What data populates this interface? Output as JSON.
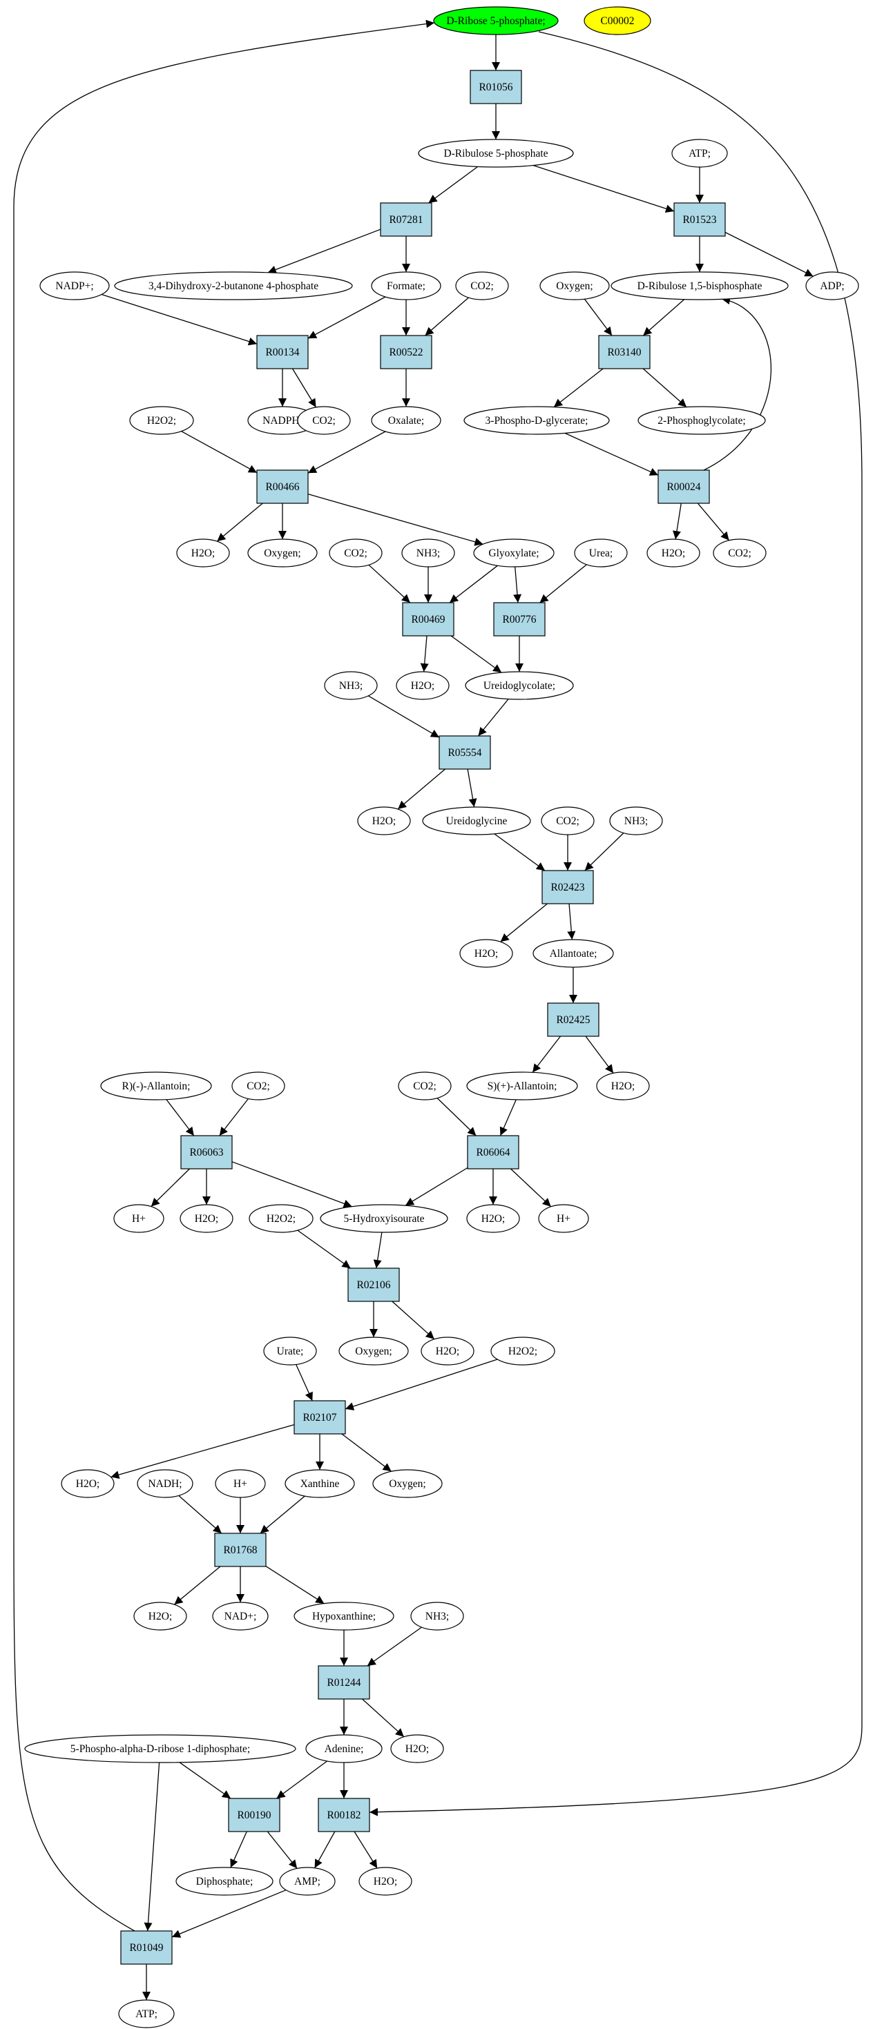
{
  "colors": {
    "reaction_fill": "#add8e6",
    "start_fill": "#00ff00",
    "id_fill": "#ffff00",
    "edge": "#000000"
  },
  "nodes": {
    "n_ribose5p": {
      "label": "D-Ribose 5-phosphate;",
      "kind": "start"
    },
    "n_c00002": {
      "label": "C00002",
      "kind": "id"
    },
    "r_R01056": {
      "label": "R01056",
      "kind": "reaction"
    },
    "n_ribulose5p": {
      "label": "D-Ribulose 5-phosphate",
      "kind": "compound"
    },
    "n_atp1": {
      "label": "ATP;",
      "kind": "compound"
    },
    "r_R07281": {
      "label": "R07281",
      "kind": "reaction"
    },
    "r_R01523": {
      "label": "R01523",
      "kind": "reaction"
    },
    "n_nadp": {
      "label": "NADP+;",
      "kind": "compound"
    },
    "n_dihydroxy": {
      "label": "3,4-Dihydroxy-2-butanone 4-phosphate",
      "kind": "compound"
    },
    "n_formate": {
      "label": "Formate;",
      "kind": "compound"
    },
    "n_co2_a": {
      "label": "CO2;",
      "kind": "compound"
    },
    "n_oxygen_a": {
      "label": "Oxygen;",
      "kind": "compound"
    },
    "n_rubp": {
      "label": "D-Ribulose 1,5-bisphosphate",
      "kind": "compound"
    },
    "n_adp": {
      "label": "ADP;",
      "kind": "compound"
    },
    "r_R00134": {
      "label": "R00134",
      "kind": "reaction"
    },
    "r_R00522": {
      "label": "R00522",
      "kind": "reaction"
    },
    "r_R03140": {
      "label": "R03140",
      "kind": "reaction"
    },
    "n_h2o2_a": {
      "label": "H2O2;",
      "kind": "compound"
    },
    "n_nadph": {
      "label": "NADPH;",
      "kind": "compound"
    },
    "n_co2_b": {
      "label": "CO2;",
      "kind": "compound"
    },
    "n_oxalate": {
      "label": "Oxalate;",
      "kind": "compound"
    },
    "n_3pg": {
      "label": "3-Phospho-D-glycerate;",
      "kind": "compound"
    },
    "n_2pgl": {
      "label": "2-Phosphoglycolate;",
      "kind": "compound"
    },
    "r_R00466": {
      "label": "R00466",
      "kind": "reaction"
    },
    "r_R00024": {
      "label": "R00024",
      "kind": "reaction"
    },
    "n_h2o_a": {
      "label": "H2O;",
      "kind": "compound"
    },
    "n_oxygen_b": {
      "label": "Oxygen;",
      "kind": "compound"
    },
    "n_co2_c": {
      "label": "CO2;",
      "kind": "compound"
    },
    "n_nh3_a": {
      "label": "NH3;",
      "kind": "compound"
    },
    "n_glyoxylate": {
      "label": "Glyoxylate;",
      "kind": "compound"
    },
    "n_urea": {
      "label": "Urea;",
      "kind": "compound"
    },
    "n_h2o_b": {
      "label": "H2O;",
      "kind": "compound"
    },
    "n_co2_d": {
      "label": "CO2;",
      "kind": "compound"
    },
    "r_R00469": {
      "label": "R00469",
      "kind": "reaction"
    },
    "r_R00776": {
      "label": "R00776",
      "kind": "reaction"
    },
    "n_nh3_b": {
      "label": "NH3;",
      "kind": "compound"
    },
    "n_h2o_c": {
      "label": "H2O;",
      "kind": "compound"
    },
    "n_ureidoglycolate": {
      "label": "Ureidoglycolate;",
      "kind": "compound"
    },
    "r_R05554": {
      "label": "R05554",
      "kind": "reaction"
    },
    "n_h2o_d": {
      "label": "H2O;",
      "kind": "compound"
    },
    "n_ureidoglycine": {
      "label": "Ureidoglycine",
      "kind": "compound"
    },
    "n_co2_e": {
      "label": "CO2;",
      "kind": "compound"
    },
    "n_nh3_c": {
      "label": "NH3;",
      "kind": "compound"
    },
    "r_R02423": {
      "label": "R02423",
      "kind": "reaction"
    },
    "n_h2o_e": {
      "label": "H2O;",
      "kind": "compound"
    },
    "n_allantoate": {
      "label": "Allantoate;",
      "kind": "compound"
    },
    "r_R02425": {
      "label": "R02425",
      "kind": "reaction"
    },
    "n_r_allantoin": {
      "label": "R)(-)-Allantoin;",
      "kind": "compound"
    },
    "n_co2_f": {
      "label": "CO2;",
      "kind": "compound"
    },
    "n_co2_g": {
      "label": "CO2;",
      "kind": "compound"
    },
    "n_s_allantoin": {
      "label": "S)(+)-Allantoin;",
      "kind": "compound"
    },
    "n_h2o_f": {
      "label": "H2O;",
      "kind": "compound"
    },
    "r_R06063": {
      "label": "R06063",
      "kind": "reaction"
    },
    "r_R06064": {
      "label": "R06064",
      "kind": "reaction"
    },
    "n_hplus_a": {
      "label": "H+",
      "kind": "compound"
    },
    "n_h2o_g": {
      "label": "H2O;",
      "kind": "compound"
    },
    "n_h2o2_b": {
      "label": "H2O2;",
      "kind": "compound"
    },
    "n_hiu": {
      "label": "5-Hydroxyisourate",
      "kind": "compound"
    },
    "n_h2o_h": {
      "label": "H2O;",
      "kind": "compound"
    },
    "n_hplus_b": {
      "label": "H+",
      "kind": "compound"
    },
    "r_R02106": {
      "label": "R02106",
      "kind": "reaction"
    },
    "n_urate": {
      "label": "Urate;",
      "kind": "compound"
    },
    "n_oxygen_c": {
      "label": "Oxygen;",
      "kind": "compound"
    },
    "n_h2o_i": {
      "label": "H2O;",
      "kind": "compound"
    },
    "n_h2o2_c": {
      "label": "H2O2;",
      "kind": "compound"
    },
    "r_R02107": {
      "label": "R02107",
      "kind": "reaction"
    },
    "n_h2o_j": {
      "label": "H2O;",
      "kind": "compound"
    },
    "n_nadh": {
      "label": "NADH;",
      "kind": "compound"
    },
    "n_hplus_c": {
      "label": "H+",
      "kind": "compound"
    },
    "n_xanthine": {
      "label": "Xanthine",
      "kind": "compound"
    },
    "n_oxygen_d": {
      "label": "Oxygen;",
      "kind": "compound"
    },
    "r_R01768": {
      "label": "R01768",
      "kind": "reaction"
    },
    "n_h2o_k": {
      "label": "H2O;",
      "kind": "compound"
    },
    "n_nadplus": {
      "label": "NAD+;",
      "kind": "compound"
    },
    "n_hypoxanthine": {
      "label": "Hypoxanthine;",
      "kind": "compound"
    },
    "n_nh3_d": {
      "label": "NH3;",
      "kind": "compound"
    },
    "r_R01244": {
      "label": "R01244",
      "kind": "reaction"
    },
    "n_prpp": {
      "label": "5-Phospho-alpha-D-ribose 1-diphosphate;",
      "kind": "compound"
    },
    "n_adenine": {
      "label": "Adenine;",
      "kind": "compound"
    },
    "n_h2o_l": {
      "label": "H2O;",
      "kind": "compound"
    },
    "r_R00190": {
      "label": "R00190",
      "kind": "reaction"
    },
    "r_R00182": {
      "label": "R00182",
      "kind": "reaction"
    },
    "n_diphosphate": {
      "label": "Diphosphate;",
      "kind": "compound"
    },
    "n_amp": {
      "label": "AMP;",
      "kind": "compound"
    },
    "n_h2o_m": {
      "label": "H2O;",
      "kind": "compound"
    },
    "r_R01049": {
      "label": "R01049",
      "kind": "reaction"
    },
    "n_atp2": {
      "label": "ATP;",
      "kind": "compound"
    }
  },
  "edges": [
    [
      "n_ribose5p",
      "r_R01056"
    ],
    [
      "r_R01056",
      "n_ribulose5p"
    ],
    [
      "n_ribulose5p",
      "r_R07281"
    ],
    [
      "n_ribulose5p",
      "r_R01523"
    ],
    [
      "n_atp1",
      "r_R01523"
    ],
    [
      "r_R07281",
      "n_dihydroxy"
    ],
    [
      "r_R07281",
      "n_formate"
    ],
    [
      "r_R01523",
      "n_rubp"
    ],
    [
      "r_R01523",
      "n_adp"
    ],
    [
      "n_nadp",
      "r_R00134"
    ],
    [
      "n_formate",
      "r_R00134"
    ],
    [
      "n_formate",
      "r_R00522"
    ],
    [
      "n_co2_a",
      "r_R00522"
    ],
    [
      "n_oxygen_a",
      "r_R03140"
    ],
    [
      "n_rubp",
      "r_R03140"
    ],
    [
      "r_R00134",
      "n_nadph"
    ],
    [
      "r_R00134",
      "n_co2_b"
    ],
    [
      "r_R00522",
      "n_oxalate"
    ],
    [
      "r_R03140",
      "n_3pg"
    ],
    [
      "r_R03140",
      "n_2pgl"
    ],
    [
      "n_h2o2_a",
      "r_R00466"
    ],
    [
      "n_oxalate",
      "r_R00466"
    ],
    [
      "n_3pg",
      "r_R00024"
    ],
    [
      "r_R00024",
      "n_rubp"
    ],
    [
      "r_R00466",
      "n_h2o_a"
    ],
    [
      "r_R00466",
      "n_oxygen_b"
    ],
    [
      "r_R00466",
      "n_glyoxylate"
    ],
    [
      "r_R00024",
      "n_h2o_b"
    ],
    [
      "r_R00024",
      "n_co2_d"
    ],
    [
      "n_co2_c",
      "r_R00469"
    ],
    [
      "n_nh3_a",
      "r_R00469"
    ],
    [
      "n_glyoxylate",
      "r_R00469"
    ],
    [
      "n_glyoxylate",
      "r_R00776"
    ],
    [
      "n_urea",
      "r_R00776"
    ],
    [
      "r_R00469",
      "n_h2o_c"
    ],
    [
      "r_R00469",
      "n_ureidoglycolate"
    ],
    [
      "r_R00776",
      "n_ureidoglycolate"
    ],
    [
      "n_nh3_b",
      "r_R05554"
    ],
    [
      "n_ureidoglycolate",
      "r_R05554"
    ],
    [
      "r_R05554",
      "n_h2o_d"
    ],
    [
      "r_R05554",
      "n_ureidoglycine"
    ],
    [
      "n_ureidoglycine",
      "r_R02423"
    ],
    [
      "n_co2_e",
      "r_R02423"
    ],
    [
      "n_nh3_c",
      "r_R02423"
    ],
    [
      "r_R02423",
      "n_h2o_e"
    ],
    [
      "r_R02423",
      "n_allantoate"
    ],
    [
      "n_allantoate",
      "r_R02425"
    ],
    [
      "r_R02425",
      "n_s_allantoin"
    ],
    [
      "r_R02425",
      "n_h2o_f"
    ],
    [
      "n_r_allantoin",
      "r_R06063"
    ],
    [
      "n_co2_f",
      "r_R06063"
    ],
    [
      "n_co2_g",
      "r_R06064"
    ],
    [
      "n_s_allantoin",
      "r_R06064"
    ],
    [
      "r_R06063",
      "n_hplus_a"
    ],
    [
      "r_R06063",
      "n_h2o_g"
    ],
    [
      "r_R06063",
      "n_hiu"
    ],
    [
      "r_R06064",
      "n_hiu"
    ],
    [
      "r_R06064",
      "n_h2o_h"
    ],
    [
      "r_R06064",
      "n_hplus_b"
    ],
    [
      "n_h2o2_b",
      "r_R02106"
    ],
    [
      "n_hiu",
      "r_R02106"
    ],
    [
      "r_R02106",
      "n_oxygen_c"
    ],
    [
      "r_R02106",
      "n_h2o_i"
    ],
    [
      "n_urate",
      "r_R02107"
    ],
    [
      "n_h2o2_c",
      "r_R02107"
    ],
    [
      "r_R02107",
      "n_h2o_j"
    ],
    [
      "r_R02107",
      "n_xanthine"
    ],
    [
      "r_R02107",
      "n_oxygen_d"
    ],
    [
      "n_nadh",
      "r_R01768"
    ],
    [
      "n_hplus_c",
      "r_R01768"
    ],
    [
      "n_xanthine",
      "r_R01768"
    ],
    [
      "r_R01768",
      "n_h2o_k"
    ],
    [
      "r_R01768",
      "n_nadplus"
    ],
    [
      "r_R01768",
      "n_hypoxanthine"
    ],
    [
      "n_hypoxanthine",
      "r_R01244"
    ],
    [
      "n_nh3_d",
      "r_R01244"
    ],
    [
      "r_R01244",
      "n_adenine"
    ],
    [
      "r_R01244",
      "n_h2o_l"
    ],
    [
      "n_prpp",
      "r_R00190"
    ],
    [
      "n_adenine",
      "r_R00190"
    ],
    [
      "n_adenine",
      "r_R00182"
    ],
    [
      "r_R00190",
      "n_diphosphate"
    ],
    [
      "r_R00190",
      "n_amp"
    ],
    [
      "r_R00182",
      "n_amp"
    ],
    [
      "r_R00182",
      "n_h2o_m"
    ],
    [
      "n_prpp",
      "r_R01049"
    ],
    [
      "n_amp",
      "r_R01049"
    ],
    [
      "r_R01049",
      "n_atp2"
    ],
    [
      "n_ribose5p",
      "r_R00182"
    ],
    [
      "r_R01049",
      "n_ribose5p"
    ]
  ]
}
